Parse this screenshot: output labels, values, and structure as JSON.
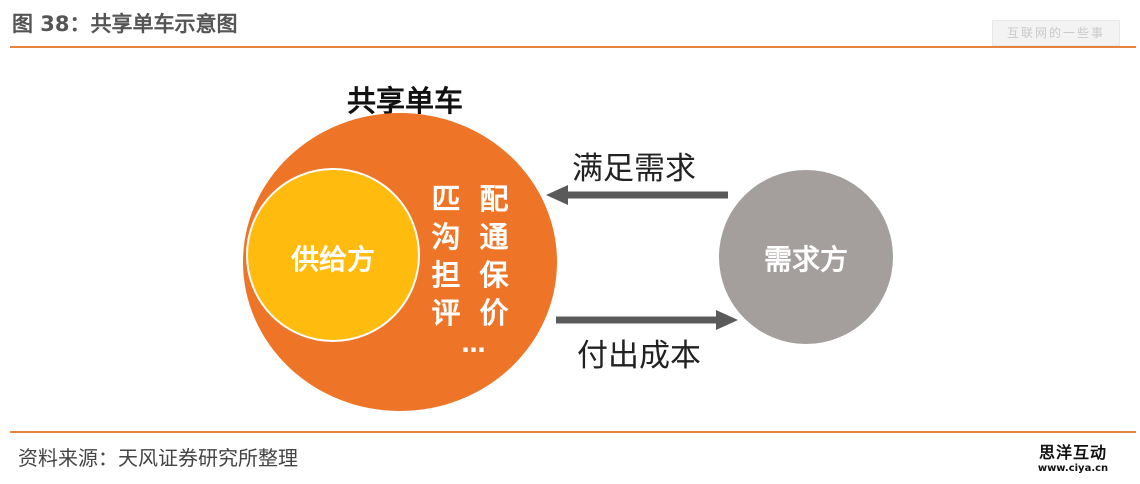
{
  "header": {
    "title": "图 38：共享单车示意图",
    "watermark": "互联网的一些事"
  },
  "diagram": {
    "title": "共享单车",
    "supply_label": "供给方",
    "demand_label": "需求方",
    "column_left": [
      "匹",
      "沟",
      "担",
      "评"
    ],
    "column_right": [
      "配",
      "通",
      "保",
      "价"
    ],
    "ellipsis": "…",
    "arrow_top_label": "满足需求",
    "arrow_bottom_label": "付出成本",
    "colors": {
      "outer_circle": "#EE7427",
      "inner_circle": "#FFBB0E",
      "demand_circle": "#A49E9C",
      "arrow": "#5A5A5A",
      "rule": "#E8843A"
    }
  },
  "footer": {
    "source": "资料来源：天风证券研究所整理",
    "logo_cn": "思洋互动",
    "logo_url": "www.ciya.cn"
  }
}
